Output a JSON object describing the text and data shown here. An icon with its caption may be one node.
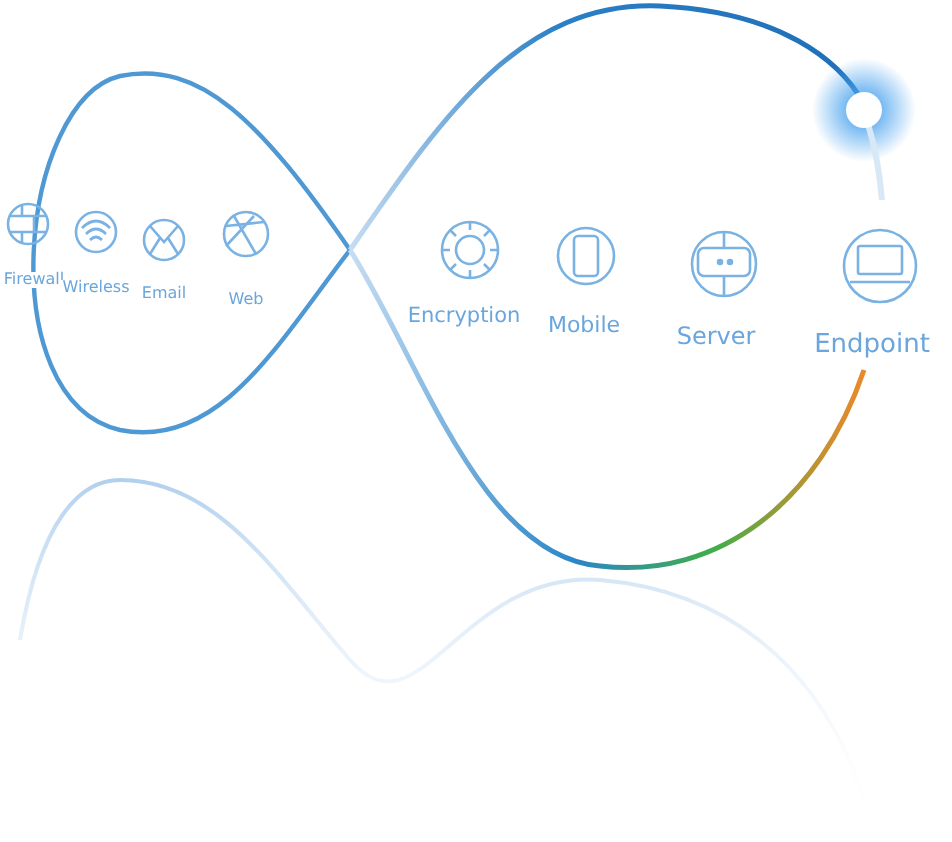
{
  "diagram": {
    "labels": [
      "Firewall",
      "Wireless",
      "Email",
      "Web",
      "Encryption",
      "Mobile",
      "Server",
      "Endpoint"
    ]
  }
}
